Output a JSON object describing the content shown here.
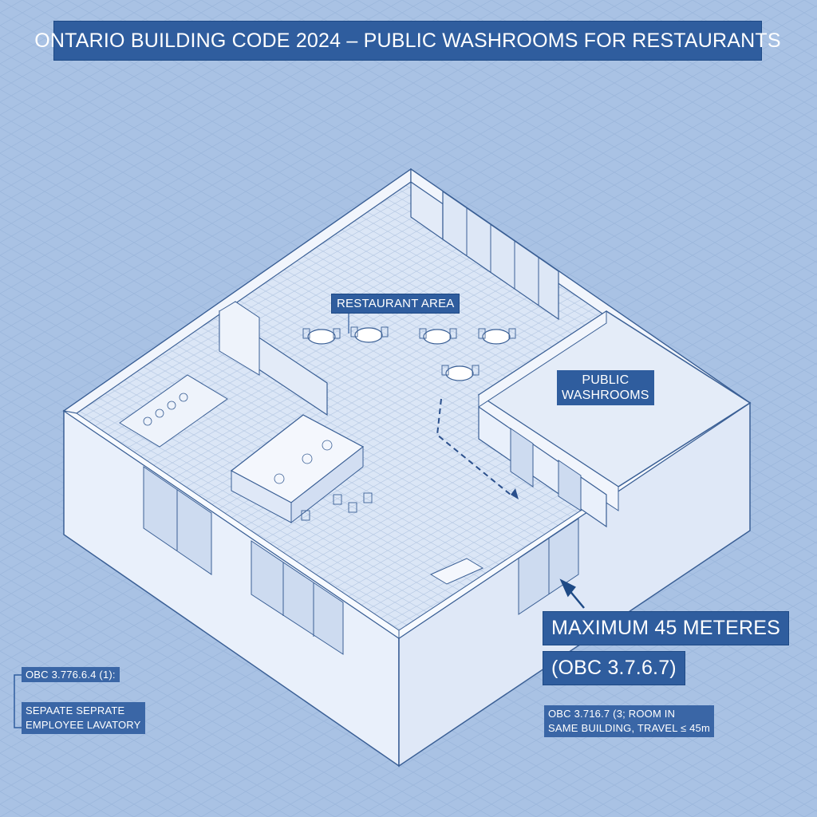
{
  "title": "ONTARIO BUILDING CODE 2024 – PUBLIC WASHROOMS FOR RESTAURANTS",
  "labels": {
    "restaurant_area": "RESTAURANT AREA",
    "public_washrooms_line1": "PUBLIC",
    "public_washrooms_line2": "WASHROOMS",
    "max_distance": "MAXIMUM 45 METERES",
    "max_distance_ref": "(OBC 3.7.6.7)",
    "left_note_ref": "OBC 3.776.6.4 (1):",
    "left_note_line1": "SEPAATE SEPRATE",
    "left_note_line2": "EMPLOYEE LAVATORY",
    "right_note_line1": "OBC 3.716.7 (3; ROOM IN",
    "right_note_line2": "SAME BUILDING, TRAVEL ≤ 45m"
  },
  "colors": {
    "background": "#a9c2e4",
    "grid_line": "#98b3da",
    "wall_face": "#e9f0fb",
    "wall_stroke": "#3a5f95",
    "floor": "#dbe6f6",
    "floor_grid": "#b9cbe6",
    "label_fill": "#2f5d9e",
    "label_text": "#ffffff",
    "path_dash": "#2a4f8c"
  },
  "icons": {
    "arrow": "arrow-icon",
    "table": "round-table-icon",
    "door": "door-icon"
  }
}
